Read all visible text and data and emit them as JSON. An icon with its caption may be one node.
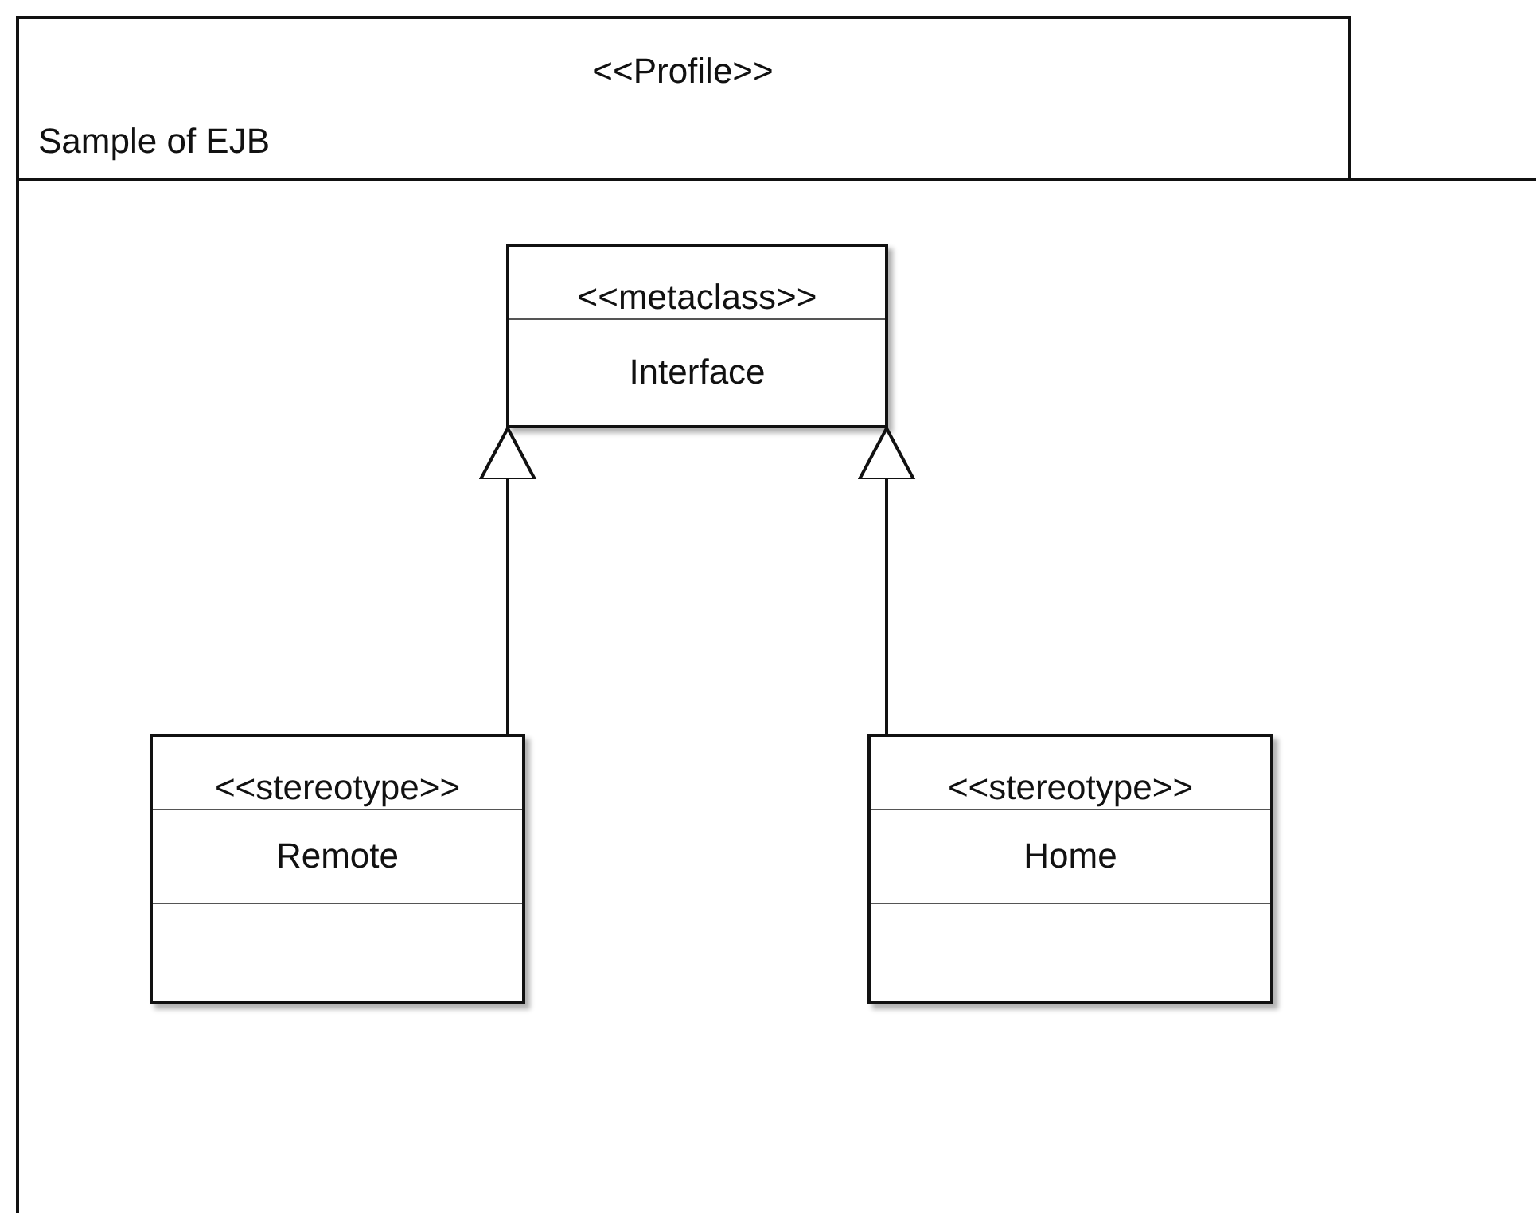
{
  "diagram": {
    "nodes": [
      {
        "text": [
          "<<Profile>>",
          "Sample of EJB"
        ]
      },
      {
        "text": [
          "<<metaclass>>",
          "Interface"
        ],
        "in": 0
      },
      {
        "text": [
          "<<stereotype>>",
          "Remote"
        ],
        "in": 0
      },
      {
        "text": [
          "<<stereotype>>",
          "Home"
        ],
        "in": 0
      }
    ],
    "edges": [
      {
        "from": 2,
        "to": 1,
        "arrow": "to"
      },
      {
        "from": 3,
        "to": 1,
        "arrow": "to"
      }
    ]
  }
}
